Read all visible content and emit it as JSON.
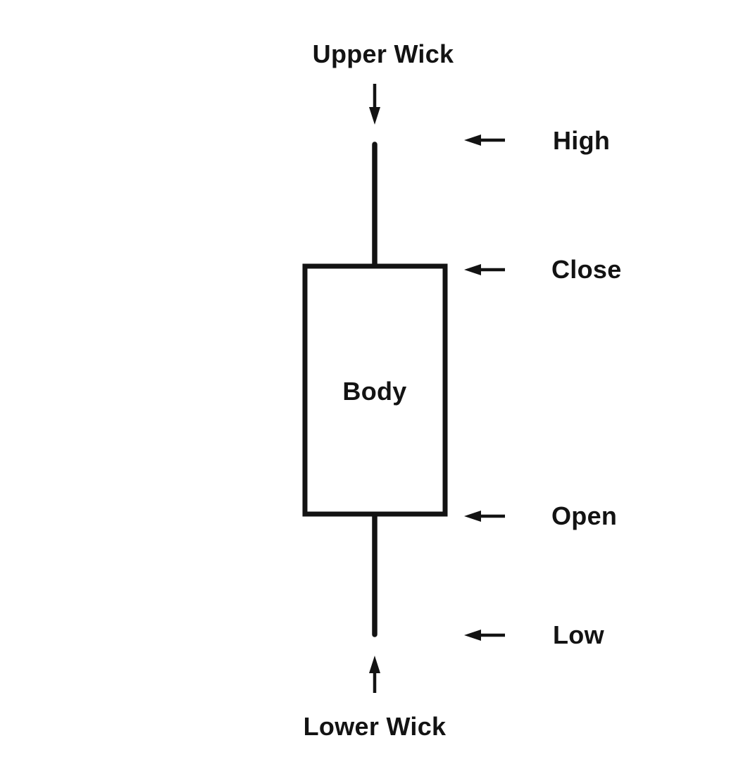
{
  "diagram": {
    "type": "candlestick-anatomy",
    "labels": {
      "upper_wick": "Upper Wick",
      "lower_wick": "Lower Wick",
      "body": "Body",
      "high": "High",
      "close": "Close",
      "open": "Open",
      "low": "Low"
    },
    "icons": {
      "top_pointer": "arrow-down-icon",
      "bottom_pointer": "arrow-up-icon",
      "price_pointers": "arrow-left-icon"
    },
    "colors": {
      "ink": "#131313",
      "background": "#ffffff"
    }
  }
}
